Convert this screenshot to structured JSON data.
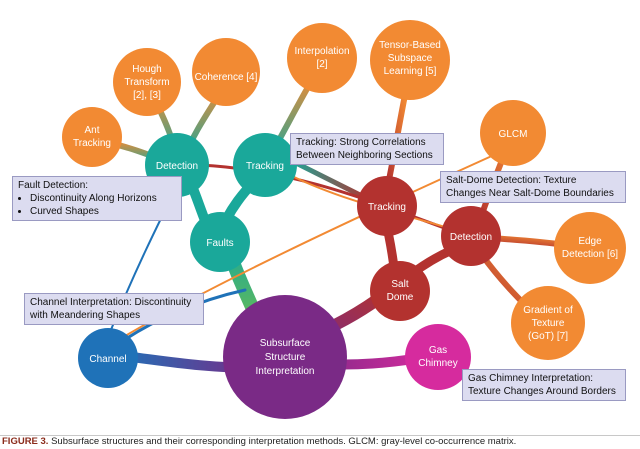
{
  "nodes": {
    "subsurface": [
      "Subsurface",
      "Structure",
      "Interpretation"
    ],
    "faults": [
      "Faults"
    ],
    "detection_left": [
      "Detection"
    ],
    "tracking_left": [
      "Tracking"
    ],
    "channel": [
      "Channel"
    ],
    "ant_tracking": [
      "Ant",
      "Tracking"
    ],
    "hough": [
      "Hough",
      "Transform",
      "[2], [3]"
    ],
    "coherence": [
      "Coherence [4]"
    ],
    "interpolation": [
      "Interpolation",
      "[2]"
    ],
    "tensor": [
      "Tensor-Based",
      "Subspace",
      "Learning [5]"
    ],
    "salt_dome": [
      "Salt",
      "Dome"
    ],
    "tracking_right": [
      "Tracking"
    ],
    "detection_right": [
      "Detection"
    ],
    "glcm": [
      "GLCM"
    ],
    "edge_detection": [
      "Edge",
      "Detection [6]"
    ],
    "got": [
      "Gradient of",
      "Texture",
      "(GoT) [7]"
    ],
    "gas_chimney": [
      "Gas",
      "Chimney"
    ]
  },
  "callouts": {
    "fault_detection": {
      "title": "Fault Detection:",
      "items": [
        "Discontinuity Along Horizons",
        "Curved Shapes"
      ]
    },
    "tracking": [
      "Tracking: Strong Correlations",
      "Between Neighboring Sections"
    ],
    "salt_dome": [
      "Salt-Dome Detection: Texture",
      "Changes Near Salt-Dome Boundaries"
    ],
    "channel": [
      "Channel Interpretation: Discontinuity",
      "with Meandering Shapes"
    ],
    "gas_chimney": [
      "Gas Chimney Interpretation:",
      "Texture Changes Around Borders"
    ]
  },
  "caption": {
    "figure": "FIGURE 3.",
    "text": "Subsurface structures and their corresponding interpretation methods. GLCM: gray-level co-occurrence matrix."
  },
  "colors": {
    "teal": "#1aa89a",
    "orange": "#f28a33",
    "red": "#b3322f",
    "blue": "#1f72b8",
    "purple": "#7a2a86",
    "magenta": "#d62b9e",
    "callout_bg": "#dcdcf0"
  }
}
